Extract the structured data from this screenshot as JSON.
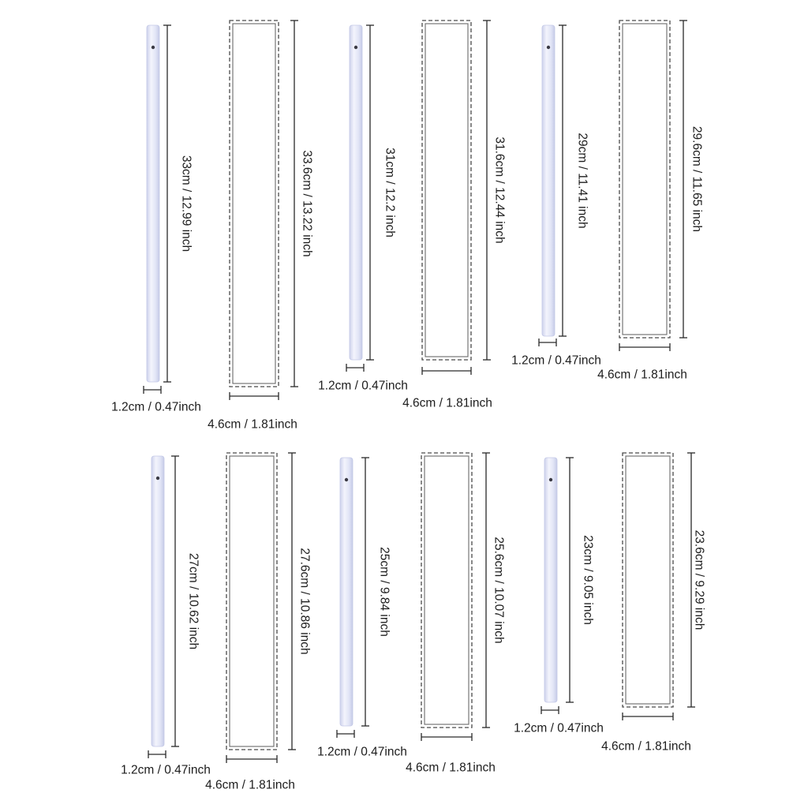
{
  "items": [
    {
      "rod_length": "33cm / 12.99 inch",
      "sleeve_length": "33.6cm / 13.22 inch",
      "rod_width": "1.2cm / 0.47inch",
      "sleeve_width": "4.6cm / 1.81inch"
    },
    {
      "rod_length": "31cm / 12.2 inch",
      "sleeve_length": "31.6cm / 12.44 inch",
      "rod_width": "1.2cm / 0.47inch",
      "sleeve_width": "4.6cm / 1.81inch"
    },
    {
      "rod_length": "29cm / 11.41 inch",
      "sleeve_length": "29.6cm / 11.65 inch",
      "rod_width": "1.2cm / 0.47inch",
      "sleeve_width": "4.6cm / 1.81inch"
    },
    {
      "rod_length": "27cm / 10.62 inch",
      "sleeve_length": "27.6cm / 10.86 inch",
      "rod_width": "1.2cm / 0.47inch",
      "sleeve_width": "4.6cm / 1.81inch"
    },
    {
      "rod_length": "25cm / 9.84 inch",
      "sleeve_length": "25.6cm / 10.07 inch",
      "rod_width": "1.2cm / 0.47inch",
      "sleeve_width": "4.6cm / 1.81inch"
    },
    {
      "rod_length": "23cm / 9.05 inch",
      "sleeve_length": "23.6cm / 9.29 inch",
      "rod_width": "1.2cm / 0.47inch",
      "sleeve_width": "4.6cm / 1.81inch"
    }
  ],
  "colors": {
    "rod_fill": "#dfe3f6",
    "rod_highlight": "#f4f5fc",
    "rod_shadow": "#c3c8e6",
    "line": "#2a2a2a"
  }
}
